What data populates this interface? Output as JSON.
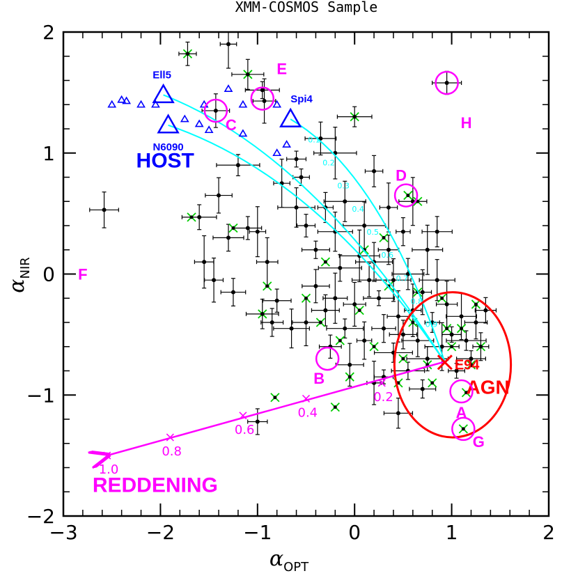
{
  "chart_data": {
    "type": "scatter",
    "title": "XMM-COSMOS Sample",
    "xlabel": "α",
    "xlabel_sub": "OPT",
    "ylabel": "α",
    "ylabel_sub": "NIR",
    "xlim": [
      -3,
      2
    ],
    "ylim": [
      -2,
      2
    ],
    "xticks": [
      -3,
      -2,
      -1,
      0,
      1,
      2
    ],
    "yticks": [
      -2,
      -1,
      0,
      1,
      2
    ],
    "xtick_labels": [
      "−3",
      "−2",
      "−1",
      "0",
      "1",
      "2"
    ],
    "ytick_labels": [
      "−2",
      "−1",
      "0",
      "1",
      "2"
    ],
    "colors": {
      "data": "#000000",
      "green": "#00cc00",
      "host": "#0000ff",
      "host_track": "#00ffff",
      "reddening": "#ff00ff",
      "agn": "#ff0000"
    },
    "sample_points": [
      {
        "x": -2.58,
        "y": 0.53
      },
      {
        "x": -1.72,
        "y": 1.82
      },
      {
        "x": -1.43,
        "y": 1.35
      },
      {
        "x": -1.3,
        "y": 1.9
      },
      {
        "x": -1.1,
        "y": 1.65
      },
      {
        "x": -0.93,
        "y": 1.43
      },
      {
        "x": -0.95,
        "y": 1.52
      },
      {
        "x": 0.95,
        "y": 1.58
      },
      {
        "x": 0.0,
        "y": 1.3
      },
      {
        "x": -0.35,
        "y": 1.12
      },
      {
        "x": -0.6,
        "y": 0.95
      },
      {
        "x": -0.2,
        "y": 1.0
      },
      {
        "x": 0.2,
        "y": 0.85
      },
      {
        "x": -1.2,
        "y": 0.9
      },
      {
        "x": -1.4,
        "y": 0.65
      },
      {
        "x": -1.6,
        "y": 0.47
      },
      {
        "x": -1.55,
        "y": 0.1
      },
      {
        "x": -1.1,
        "y": 0.38
      },
      {
        "x": -1.3,
        "y": 0.3
      },
      {
        "x": -1.45,
        "y": -0.05
      },
      {
        "x": -1.25,
        "y": -0.15
      },
      {
        "x": -1.0,
        "y": 0.35
      },
      {
        "x": -0.9,
        "y": 0.1
      },
      {
        "x": -0.8,
        "y": -0.22
      },
      {
        "x": -0.95,
        "y": -0.33
      },
      {
        "x": -0.6,
        "y": 0.55
      },
      {
        "x": -0.5,
        "y": 0.4
      },
      {
        "x": -0.4,
        "y": 0.2
      },
      {
        "x": -0.3,
        "y": 0.55
      },
      {
        "x": -0.2,
        "y": 0.35
      },
      {
        "x": -0.15,
        "y": 0.05
      },
      {
        "x": -0.4,
        "y": -0.1
      },
      {
        "x": -0.5,
        "y": -0.4
      },
      {
        "x": -0.3,
        "y": -0.3
      },
      {
        "x": -0.25,
        "y": -0.6
      },
      {
        "x": -0.1,
        "y": -0.45
      },
      {
        "x": 0.0,
        "y": -0.25
      },
      {
        "x": 0.05,
        "y": 0.15
      },
      {
        "x": 0.1,
        "y": 0.4
      },
      {
        "x": 0.2,
        "y": 0.1
      },
      {
        "x": 0.25,
        "y": -0.2
      },
      {
        "x": 0.3,
        "y": -0.45
      },
      {
        "x": 0.35,
        "y": 0.2
      },
      {
        "x": 0.4,
        "y": -0.05
      },
      {
        "x": 0.45,
        "y": -0.35
      },
      {
        "x": 0.5,
        "y": 0.35
      },
      {
        "x": 0.55,
        "y": 0.0
      },
      {
        "x": 0.6,
        "y": -0.3
      },
      {
        "x": 0.6,
        "y": 0.6
      },
      {
        "x": 0.65,
        "y": -0.55
      },
      {
        "x": 0.7,
        "y": -0.15
      },
      {
        "x": 0.75,
        "y": -0.7
      },
      {
        "x": 0.8,
        "y": -0.4
      },
      {
        "x": 0.85,
        "y": -0.05
      },
      {
        "x": 0.9,
        "y": -0.6
      },
      {
        "x": 0.95,
        "y": -0.25
      },
      {
        "x": 1.0,
        "y": -0.5
      },
      {
        "x": 1.05,
        "y": -0.8
      },
      {
        "x": 1.1,
        "y": -0.35
      },
      {
        "x": 1.15,
        "y": -0.55
      },
      {
        "x": 1.2,
        "y": -0.7
      },
      {
        "x": 1.25,
        "y": -0.4
      },
      {
        "x": 1.3,
        "y": -0.6
      },
      {
        "x": 1.35,
        "y": -0.3
      },
      {
        "x": 0.4,
        "y": -0.65
      },
      {
        "x": 0.3,
        "y": -0.85
      },
      {
        "x": 0.55,
        "y": -0.8
      },
      {
        "x": 0.7,
        "y": -0.95
      },
      {
        "x": 0.45,
        "y": -1.15
      },
      {
        "x": 0.2,
        "y": -0.9
      },
      {
        "x": -0.05,
        "y": -0.75
      },
      {
        "x": -0.2,
        "y": -0.2
      },
      {
        "x": -0.65,
        "y": -0.45
      },
      {
        "x": -0.85,
        "y": -0.4
      },
      {
        "x": -0.75,
        "y": 0.75
      },
      {
        "x": -0.55,
        "y": 0.8
      },
      {
        "x": -1.0,
        "y": -1.22
      },
      {
        "x": 0.1,
        "y": -0.55
      },
      {
        "x": 0.5,
        "y": -0.5
      },
      {
        "x": 0.75,
        "y": 0.2
      },
      {
        "x": 0.85,
        "y": 0.35
      },
      {
        "x": 0.35,
        "y": 0.55
      },
      {
        "x": 0.15,
        "y": -0.05
      },
      {
        "x": -0.1,
        "y": 0.6
      }
    ],
    "green_points": [
      {
        "x": -1.72,
        "y": 1.82
      },
      {
        "x": -1.1,
        "y": 1.65
      },
      {
        "x": 0.0,
        "y": 1.3
      },
      {
        "x": -1.68,
        "y": 0.47
      },
      {
        "x": -1.25,
        "y": 0.38
      },
      {
        "x": -0.95,
        "y": -0.33
      },
      {
        "x": -0.9,
        "y": -0.1
      },
      {
        "x": -0.82,
        "y": -1.02
      },
      {
        "x": -0.2,
        "y": -1.1
      },
      {
        "x": 0.55,
        "y": 0.65
      },
      {
        "x": 0.65,
        "y": 0.6
      },
      {
        "x": -0.5,
        "y": -0.2
      },
      {
        "x": -0.35,
        "y": -0.4
      },
      {
        "x": -0.15,
        "y": -0.55
      },
      {
        "x": 0.05,
        "y": -0.3
      },
      {
        "x": 0.2,
        "y": -0.6
      },
      {
        "x": 0.35,
        "y": -0.1
      },
      {
        "x": 0.45,
        "y": -0.9
      },
      {
        "x": 0.6,
        "y": -0.4
      },
      {
        "x": 0.75,
        "y": -0.75
      },
      {
        "x": 0.9,
        "y": -0.2
      },
      {
        "x": 1.0,
        "y": -0.6
      },
      {
        "x": 1.1,
        "y": -0.45
      },
      {
        "x": 1.2,
        "y": -0.75
      },
      {
        "x": 1.3,
        "y": -0.6
      },
      {
        "x": 1.15,
        "y": -0.98
      },
      {
        "x": 1.12,
        "y": -1.28
      },
      {
        "x": 0.3,
        "y": 0.3
      },
      {
        "x": 0.5,
        "y": -0.7
      },
      {
        "x": 0.8,
        "y": -0.9
      },
      {
        "x": -0.3,
        "y": 0.1
      },
      {
        "x": 0.1,
        "y": 0.2
      },
      {
        "x": -0.05,
        "y": -0.85
      },
      {
        "x": 0.65,
        "y": -0.15
      },
      {
        "x": 0.95,
        "y": -0.45
      },
      {
        "x": 1.25,
        "y": -0.25
      }
    ],
    "host_points": [
      {
        "x": -2.5,
        "y": 1.4
      },
      {
        "x": -2.4,
        "y": 1.44
      },
      {
        "x": -2.35,
        "y": 1.43
      },
      {
        "x": -2.2,
        "y": 1.4
      },
      {
        "x": -2.05,
        "y": 1.4
      },
      {
        "x": -1.75,
        "y": 1.28
      },
      {
        "x": -1.6,
        "y": 1.24
      },
      {
        "x": -1.55,
        "y": 1.4
      },
      {
        "x": -1.5,
        "y": 1.19
      },
      {
        "x": -1.3,
        "y": 1.53
      },
      {
        "x": -1.15,
        "y": 1.4
      },
      {
        "x": -1.15,
        "y": 1.16
      },
      {
        "x": -0.8,
        "y": 1.4
      },
      {
        "x": -0.8,
        "y": 1.0
      },
      {
        "x": -0.7,
        "y": 1.07
      }
    ],
    "host_templates": [
      {
        "name": "Ell5",
        "x": -1.97,
        "y": 1.48
      },
      {
        "name": "N6090",
        "x": -1.92,
        "y": 1.23
      },
      {
        "name": "Spi4",
        "x": -0.66,
        "y": 1.28
      }
    ],
    "host_label": "HOST",
    "track_labels": [
      "0.1",
      "0.2",
      "0.3",
      "0.4",
      "0.5",
      "0.6",
      "0.7",
      "0.8",
      "0.9"
    ],
    "reddening": {
      "label": "REDDENING",
      "points": [
        {
          "x": 0.95,
          "y": -0.72,
          "label": ""
        },
        {
          "x": 0.28,
          "y": -0.9,
          "label": "0.2"
        },
        {
          "x": -0.5,
          "y": -1.03,
          "label": "0.4"
        },
        {
          "x": -1.15,
          "y": -1.17,
          "label": "0.6"
        },
        {
          "x": -1.9,
          "y": -1.35,
          "label": "0.8"
        },
        {
          "x": -2.55,
          "y": -1.5,
          "label": "1.0"
        }
      ]
    },
    "agn": {
      "label": "AGN",
      "e94_label": "E94",
      "e94_point": {
        "x": 0.93,
        "y": -0.73
      },
      "ellipse_center": {
        "x": 1.01,
        "y": -0.75
      },
      "ellipse_radii": {
        "x": 0.6,
        "y": 0.6
      }
    },
    "circled_objects": [
      {
        "label": "A",
        "x": 1.1,
        "y": -0.97
      },
      {
        "label": "B",
        "x": -0.28,
        "y": -0.7
      },
      {
        "label": "C",
        "x": -1.43,
        "y": 1.35
      },
      {
        "label": "D",
        "x": 0.53,
        "y": 0.65
      },
      {
        "label": "E",
        "x": -0.95,
        "y": 1.45
      },
      {
        "label": "F",
        "x": -2.75,
        "y": 0.0
      },
      {
        "label": "G",
        "x": 1.12,
        "y": -1.28
      },
      {
        "label": "H",
        "x": 0.95,
        "y": 1.58
      }
    ]
  }
}
